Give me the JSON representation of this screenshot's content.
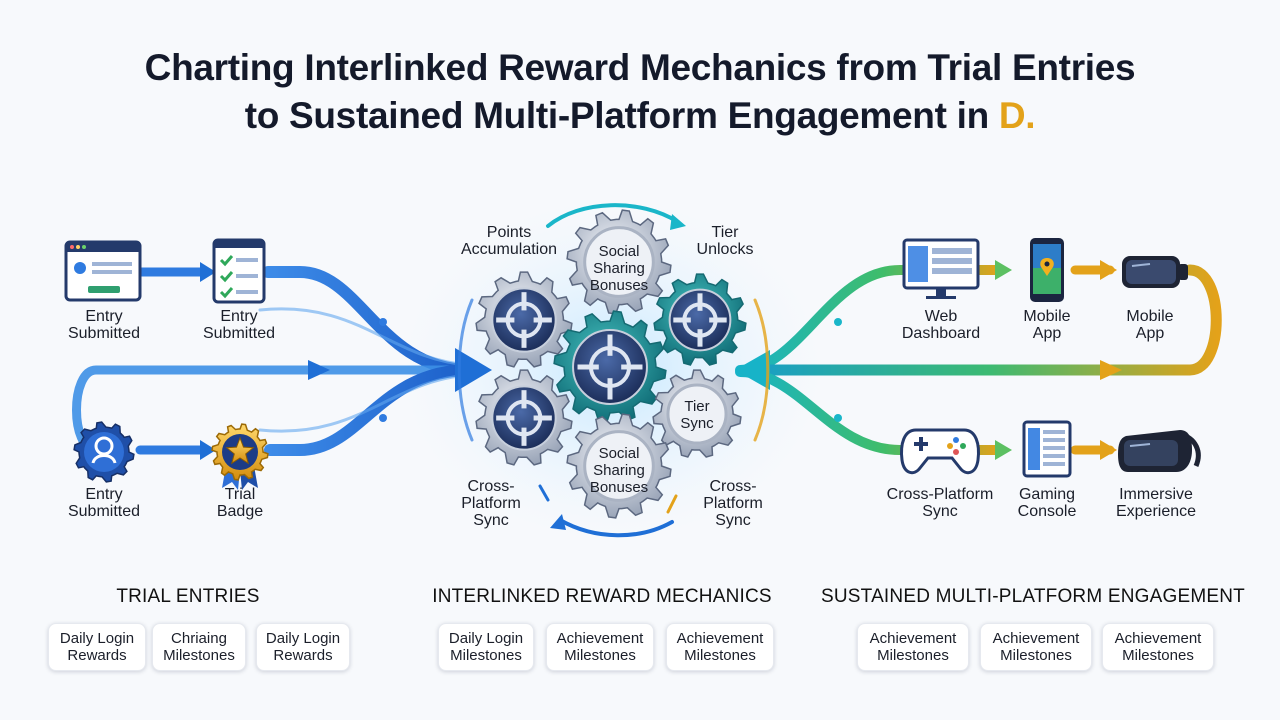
{
  "title": {
    "line1": "Charting Interlinked Reward Mechanics from Trial Entries",
    "line2_main": "to Sustained Multi-Platform Engagement in ",
    "line2_accent": "D."
  },
  "left_nodes": [
    {
      "label": "Entry\nSubmitted",
      "icon": "browser-form-icon"
    },
    {
      "label": "Entry\nSubmitted",
      "icon": "checklist-icon"
    },
    {
      "label": "Entry\nSubmitted",
      "icon": "user-gear-icon"
    },
    {
      "label": "Trial\nBadge",
      "icon": "star-badge-icon"
    }
  ],
  "center_labels": {
    "points": "Points\nAccumulation",
    "tier_unlocks": "Tier\nUnlocks",
    "social_top": "Social\nSharing\nBonuses",
    "tier_sync": "Tier\nSync",
    "social_bottom": "Social\nSharing\nBonuses",
    "cross_left": "Cross-\nPlatform\nSync",
    "cross_right": "Cross-\nPlatform\nSync"
  },
  "right_nodes": [
    {
      "label": "Web\nDashboard",
      "icon": "monitor-icon"
    },
    {
      "label": "Mobile\nApp",
      "icon": "smartphone-map-icon"
    },
    {
      "label": "Mobile\nApp",
      "icon": "vr-headset-icon"
    },
    {
      "label": "Cross-Platform\nSync",
      "icon": "gamepad-icon"
    },
    {
      "label": "Gaming\nConsole",
      "icon": "console-tablet-icon"
    },
    {
      "label": "Immersive\nExperience",
      "icon": "vr-headset-icon"
    }
  ],
  "sections": {
    "left": {
      "title": "TRIAL ENTRIES",
      "chips": [
        "Daily Login\nRewards",
        "Chriaing\nMilestones",
        "Daily Login\nRewards"
      ]
    },
    "center": {
      "title": "INTERLINKED REWARD MECHANICS",
      "chips": [
        "Daily Login\nMilestones",
        "Achievement\nMilestones",
        "Achievement\nMilestones"
      ]
    },
    "right": {
      "title": "SUSTAINED MULTI-PLATFORM ENGAGEMENT",
      "chips": [
        "Achievement\nMilestones",
        "Achievement\nMilestones",
        "Achievement\nMilestones"
      ]
    }
  },
  "colors": {
    "blue": "#1f6fd6",
    "cyan": "#1ab6c9",
    "teal": "#1f9f8f",
    "gold": "#e3a21a",
    "navy": "#243a6b"
  }
}
